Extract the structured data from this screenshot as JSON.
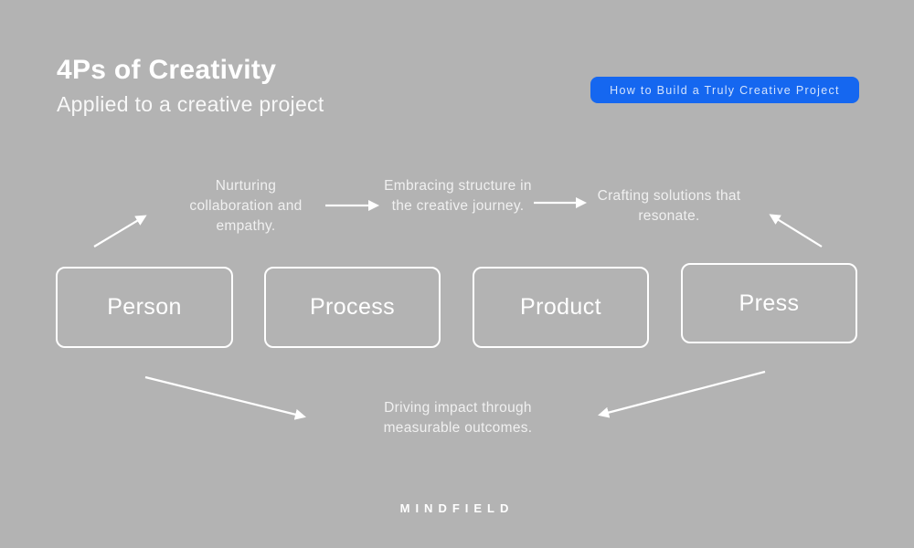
{
  "page": {
    "background_color": "#b3b3b3",
    "accent_color": "#1567f0",
    "text_color": "#ffffff"
  },
  "header": {
    "title": "4Ps of Creativity",
    "subtitle": "Applied to a creative project",
    "badge_label": "How to Build a Truly Creative Project"
  },
  "diagram": {
    "boxes": [
      {
        "label": "Person"
      },
      {
        "label": "Process"
      },
      {
        "label": "Product"
      },
      {
        "label": "Press"
      }
    ],
    "notes": [
      {
        "text": "Nurturing collaboration and empathy."
      },
      {
        "text": "Embracing structure in the creative journey."
      },
      {
        "text": "Crafting solutions that resonate."
      },
      {
        "text": "Driving impact through measurable outcomes."
      }
    ]
  },
  "footer": {
    "brand": "MINDFIELD"
  }
}
